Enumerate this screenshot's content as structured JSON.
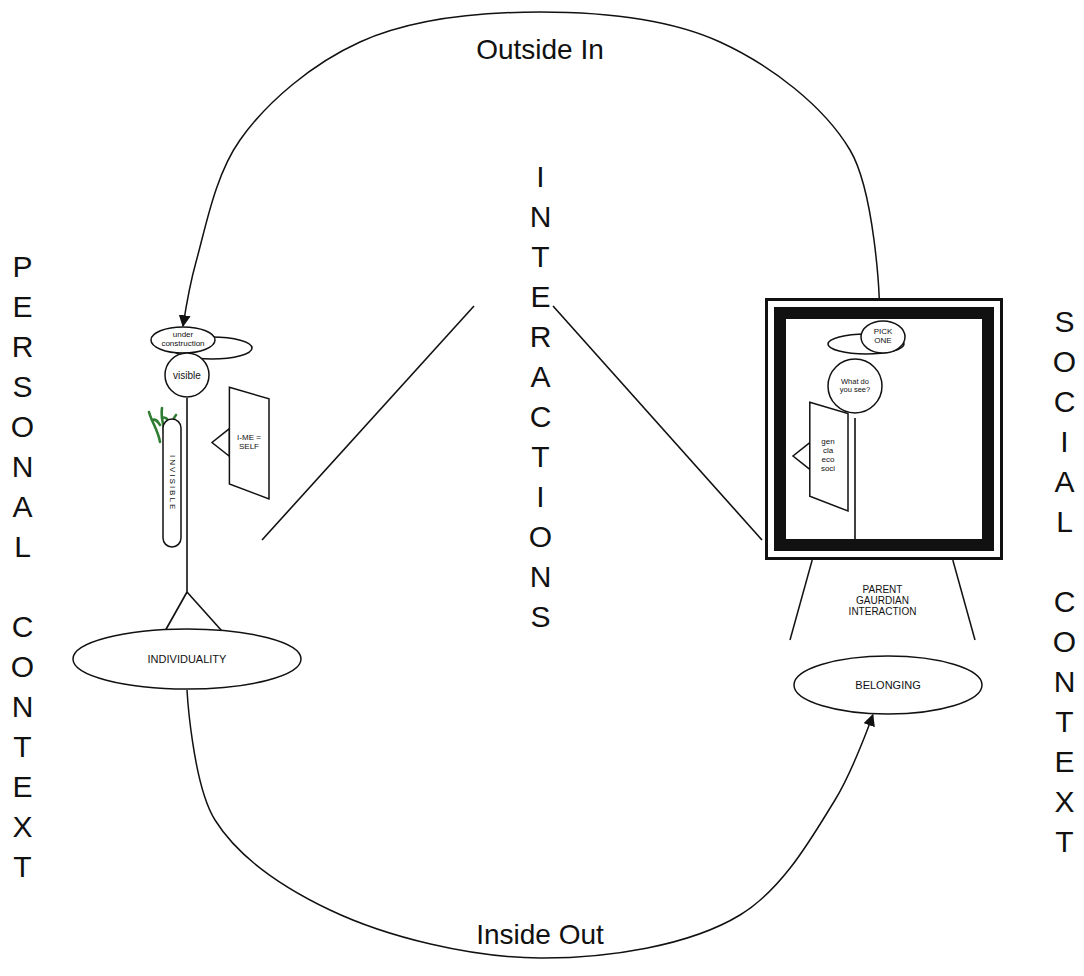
{
  "diagram": {
    "nodes": [
      {
        "text": [
          "under construction"
        ]
      },
      {
        "text": [
          "visible"
        ]
      },
      {
        "text": [
          "INVISIBLE"
        ]
      },
      {
        "text": [
          "I-ME = SELF"
        ]
      },
      {
        "text": [
          "INDIVIDUALITY"
        ]
      },
      {
        "text": []
      },
      {
        "text": [
          "PICK ONE"
        ],
        "in": 5
      },
      {
        "text": [
          "What do you see?"
        ],
        "in": 5
      },
      {
        "text": [
          "gen cla eco soci"
        ],
        "in": 5
      },
      {
        "text": [
          "PARENT GAURDIAN INTERACTION"
        ]
      },
      {
        "text": [
          "BELONGING"
        ]
      }
    ],
    "edges": [
      {
        "from": 5,
        "to": 0,
        "arrow": "to",
        "label": "Outside In"
      },
      {
        "from": 4,
        "to": 10,
        "arrow": "to",
        "label": "Inside Out"
      }
    ],
    "labels": [
      "PERSONAL CONTEXT",
      "INTERACTIONS",
      "SOCIAL CONTEXT"
    ]
  }
}
